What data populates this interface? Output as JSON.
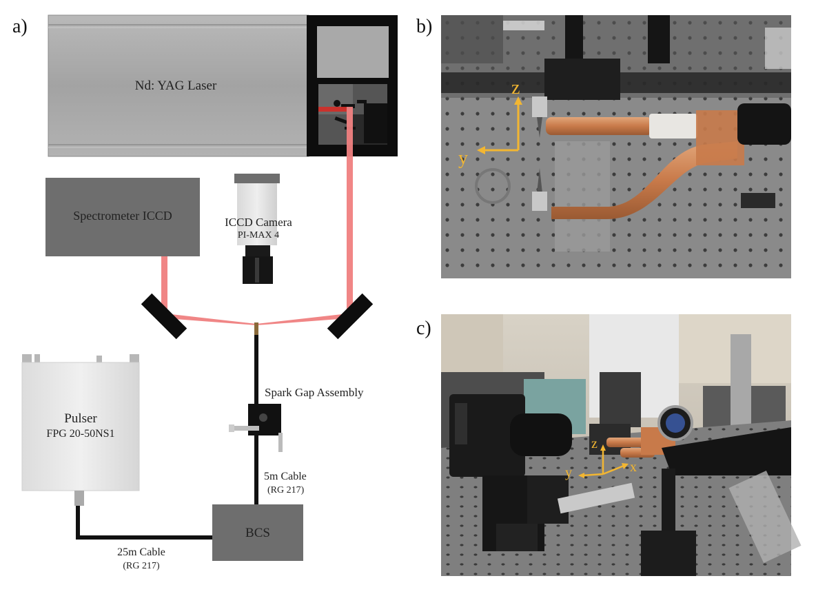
{
  "panels": {
    "a": "a)",
    "b": "b)",
    "c": "c)"
  },
  "schematic": {
    "laser": "Nd: YAG Laser",
    "spectrometer": "Spectrometer ICCD",
    "camera_title": "ICCD Camera",
    "camera_model": "PI-MAX 4",
    "spark_gap": "Spark Gap Assembly",
    "pulser_title": "Pulser",
    "pulser_model": "FPG 20-50NS1",
    "bcs": "BCS",
    "cable_5m": "5m Cable",
    "cable_5m_type": "(RG 217)",
    "cable_25m": "25m Cable",
    "cable_25m_type": "(RG 217)"
  },
  "photo_b_axes": {
    "z": "z",
    "y": "y"
  },
  "photo_c_axes": {
    "z": "z",
    "y": "y",
    "x": "x"
  },
  "colors": {
    "laser_beam": "#f08080",
    "laser_body": "#a5a5a5",
    "dark_box": "#6e6e6e",
    "axis_yellow": "#f2b632",
    "copper": "#c87a4a"
  }
}
